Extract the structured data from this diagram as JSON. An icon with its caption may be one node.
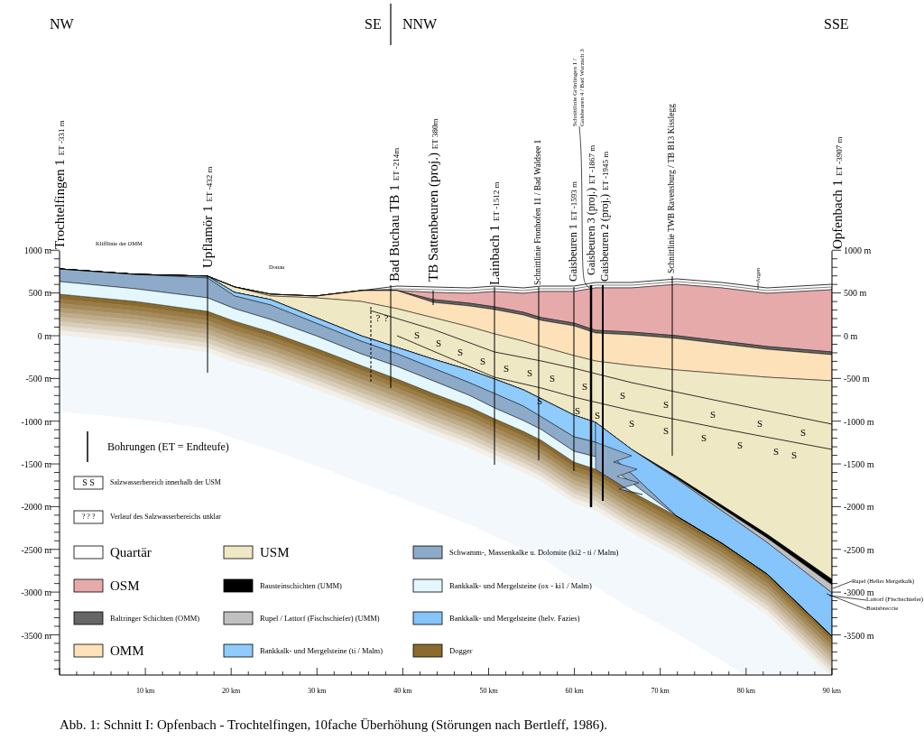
{
  "diagram": {
    "caption": "Abb. 1: Schnitt I: Opfenbach - Trochtelfingen, 10fache Überhöhung (Störungen nach Bertleff, 1986).",
    "nodes": [
      {
        "text": [
          "Schnittlinie Grünlingen 1 / Gaisbeuren 4 / Bad Wurzach 3"
        ]
      },
      {
        "text": [
          "Argen"
        ]
      },
      {
        "text": [
          "Rupel (Heller Mergelkalk)"
        ]
      },
      {
        "text": [
          "Lattorf (Fischschiefer)"
        ]
      },
      {
        "text": [
          "Basisbreccie"
        ]
      }
    ],
    "edges": [
      {
        "from": 0,
        "to": null,
        "arrow": "none"
      },
      {
        "from": 1,
        "to": null,
        "arrow": "none"
      },
      {
        "from": 2,
        "to": null,
        "arrow": "none"
      },
      {
        "from": 3,
        "to": null,
        "arrow": "none"
      },
      {
        "from": 4,
        "to": null,
        "arrow": "none"
      }
    ],
    "labels": [
      "NW",
      "SE",
      "NNW",
      "SSE",
      "Trochtelfingen 1",
      "ET -331 m",
      "Upflamör 1",
      "ET -432 m",
      "Bad Buchau TB 1",
      "ET -214m",
      "TB Sattenbeuren (proj.)",
      "ET 380m",
      "Lainbach 1",
      "ET -1512 m",
      "Schnittlinie Fronhofen 11 / Bad Waldsee 1",
      "Gaisbeuren 1",
      "ET -1593 m",
      "Gaisbeuren 3 (proj.)",
      "ET -1867 m",
      "Gaisbeuren 2 (proj.)",
      "ET -1945 m",
      "Schnittlinie TWB Ravensburg / TB B13 Kisslegg",
      "Opfenbach 1",
      "ET -3907 m",
      "Klifflinie der OMM",
      "Donau",
      "1000 m",
      "500 m",
      "0 m",
      "-500 m",
      "-1000 m",
      "-1500 m",
      "-2000 m",
      "-2500 m",
      "-3000 m",
      "-3500 m",
      "1000 m",
      "500 m",
      "0 m",
      "-500 m",
      "-1000 m",
      "-1500 m",
      "-2000 m",
      "-2500 m",
      "-3000 m",
      "-3500 m",
      "?",
      "?",
      "S",
      "S",
      "S",
      "S",
      "S",
      "S",
      "S",
      "S",
      "S",
      "S",
      "S",
      "S",
      "S",
      "S",
      "S",
      "S",
      "S",
      "S",
      "S",
      "S",
      "S",
      "S",
      "10 km",
      "20 km",
      "30 km",
      "40 km",
      "50 km",
      "60 km",
      "70 km",
      "80 km",
      "90 km",
      "S S",
      "? ? ?"
    ],
    "legend": [
      {
        "text": "Bohrungen (ET = Endteufe)"
      },
      {
        "text": "Salzwasserbereich innerhalb der USM"
      },
      {
        "text": "Verlauf des Salzwasserbereichs unklar"
      },
      {
        "text": "Quartär",
        "color": "#ffffff"
      },
      {
        "text": "USM",
        "color": "#efe8c4"
      },
      {
        "text": "Schwamm-, Massenkalke u. Dolomite (ki2 - ti / Malm)",
        "color": "#8eaac9"
      },
      {
        "text": "OSM",
        "color": "#e6aaaa"
      },
      {
        "text": "Bausteinschichten (UMM)",
        "color": "#000000"
      },
      {
        "text": "Bankkalk- und Mergelsteine (ox - ki1 / Malm)",
        "color": "#e3f7fc"
      },
      {
        "text": "Baltringer Schichten (OMM)",
        "color": "#666666"
      },
      {
        "text": "Rupel / Lattorf (Fischschiefer) (UMM)",
        "color": "#c0c0c0"
      },
      {
        "text": "Bankkalk- und Mergelsteine (helv. Fazies)",
        "color": "#86c4fc"
      },
      {
        "text": "OMM",
        "color": "#fde1b8"
      },
      {
        "text": "Bankkalk- und Mergelsteine (ti / Malm)",
        "color": "#90cbfd"
      },
      {
        "text": "Dogger",
        "color": "#8b6a2e"
      }
    ]
  }
}
